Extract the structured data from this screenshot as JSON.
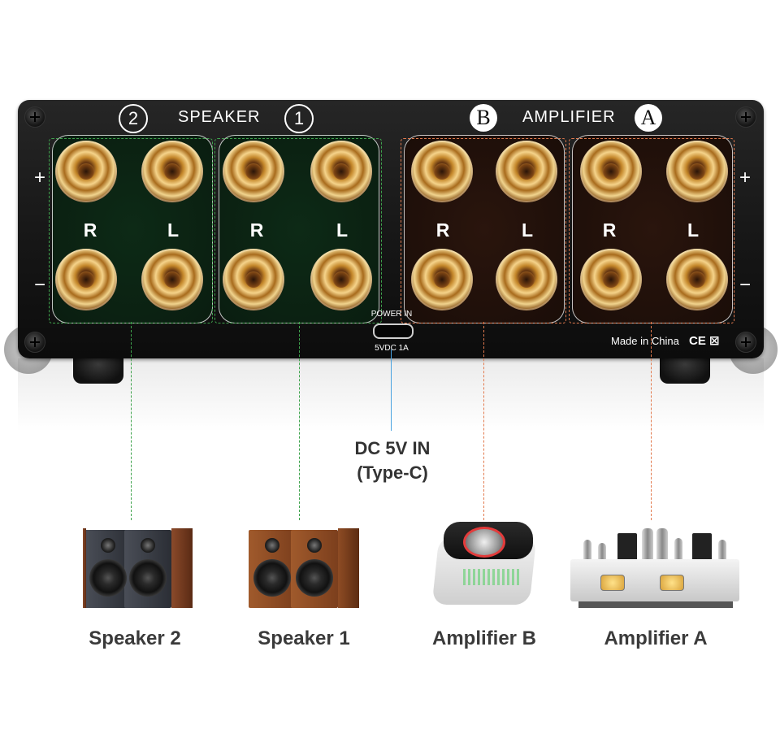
{
  "panel": {
    "speaker_header": "SPEAKER",
    "amplifier_header": "AMPLIFIER",
    "speaker_nums": [
      "2",
      "1"
    ],
    "amp_letters": [
      "B",
      "A"
    ],
    "right_label": "R",
    "left_label": "L",
    "plus": "+",
    "minus": "−",
    "power_in": "POWER IN",
    "power_rating": "5VDC 1A",
    "made_in": "Made in China",
    "marks": "CE ⊠"
  },
  "dc_in": {
    "line1": "DC 5V IN",
    "line2": "(Type-C)"
  },
  "devices": [
    "Speaker 2",
    "Speaker 1",
    "Amplifier B",
    "Amplifier A"
  ],
  "colors": {
    "speaker_guide": "#3fa34d",
    "amplifier_guide": "#e27a4e",
    "power_guide": "#4aa3e0"
  }
}
